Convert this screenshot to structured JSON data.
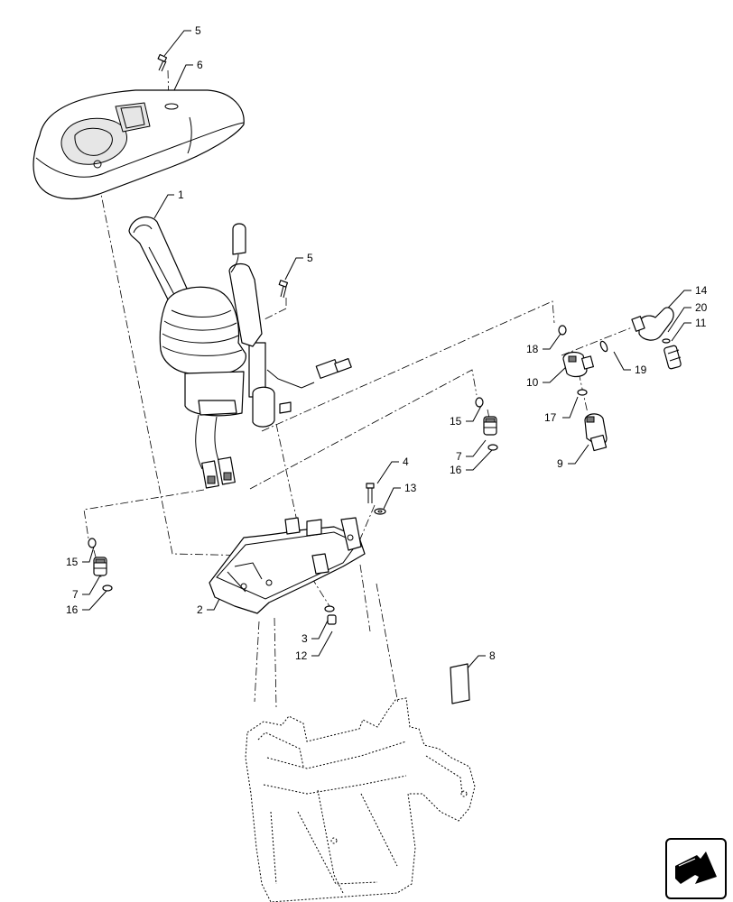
{
  "callouts": [
    {
      "id": "c5a",
      "text": "5"
    },
    {
      "id": "c6",
      "text": "6"
    },
    {
      "id": "c1",
      "text": "1"
    },
    {
      "id": "c5b",
      "text": "5"
    },
    {
      "id": "c14",
      "text": "14"
    },
    {
      "id": "c20",
      "text": "20"
    },
    {
      "id": "c11",
      "text": "11"
    },
    {
      "id": "c18",
      "text": "18"
    },
    {
      "id": "c10",
      "text": "10"
    },
    {
      "id": "c19",
      "text": "19"
    },
    {
      "id": "c15a",
      "text": "15"
    },
    {
      "id": "c17",
      "text": "17"
    },
    {
      "id": "c7a",
      "text": "7"
    },
    {
      "id": "c16a",
      "text": "16"
    },
    {
      "id": "c9",
      "text": "9"
    },
    {
      "id": "c4",
      "text": "4"
    },
    {
      "id": "c13",
      "text": "13"
    },
    {
      "id": "c15b",
      "text": "15"
    },
    {
      "id": "c7b",
      "text": "7"
    },
    {
      "id": "c16b",
      "text": "16"
    },
    {
      "id": "c2",
      "text": "2"
    },
    {
      "id": "c3",
      "text": "3"
    },
    {
      "id": "c12",
      "text": "12"
    },
    {
      "id": "c8",
      "text": "8"
    }
  ],
  "nav": {
    "icon": "next-page-arrow-icon"
  }
}
